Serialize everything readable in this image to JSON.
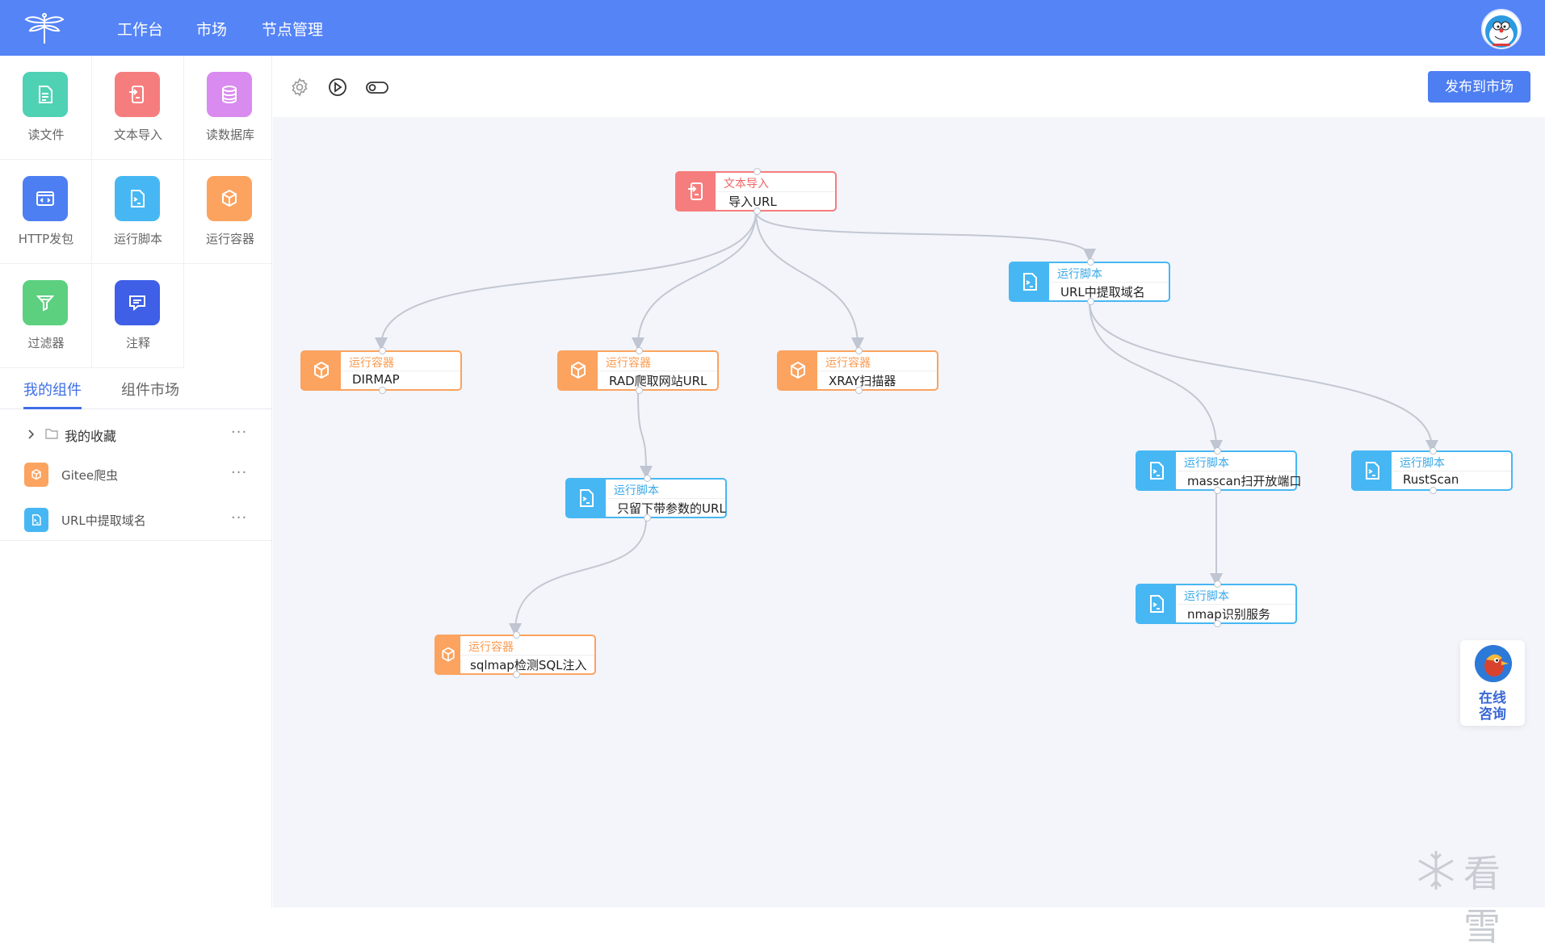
{
  "header": {
    "nav": [
      "工作台",
      "市场",
      "节点管理"
    ]
  },
  "palette": [
    {
      "label": "读文件",
      "icon": "document-icon",
      "color": "#4fd1b4"
    },
    {
      "label": "文本导入",
      "icon": "text-import-icon",
      "color": "#f67d7d"
    },
    {
      "label": "读数据库",
      "icon": "database-icon",
      "color": "#d98bef"
    },
    {
      "label": "HTTP发包",
      "icon": "browser-code-icon",
      "color": "#4d7ef2"
    },
    {
      "label": "运行脚本",
      "icon": "script-icon",
      "color": "#47b7f3"
    },
    {
      "label": "运行容器",
      "icon": "container-cube-icon",
      "color": "#fba35f"
    },
    {
      "label": "过滤器",
      "icon": "filter-icon",
      "color": "#5cd07f"
    },
    {
      "label": "注释",
      "icon": "comment-icon",
      "color": "#3e5fe6"
    }
  ],
  "tabs": {
    "mine": "我的组件",
    "market": "组件市场"
  },
  "components": {
    "folder": "我的收藏",
    "items": [
      "Gitee爬虫",
      "URL中提取域名"
    ],
    "more": "···"
  },
  "toolbar": {
    "publish": "发布到市场"
  },
  "nodes": {
    "import": {
      "type": "文本导入",
      "name": "导入URL"
    },
    "extract": {
      "type": "运行脚本",
      "name": "URL中提取域名"
    },
    "dirmap": {
      "type": "运行容器",
      "name": "DIRMAP"
    },
    "rad": {
      "type": "运行容器",
      "name": "RAD爬取网站URL"
    },
    "xray": {
      "type": "运行容器",
      "name": "XRAY扫描器"
    },
    "keep": {
      "type": "运行脚本",
      "name": "只留下带参数的URL"
    },
    "sqlmap": {
      "type": "运行容器",
      "name": "sqlmap检测SQL注入"
    },
    "masscan": {
      "type": "运行脚本",
      "name": "masscan扫开放端口"
    },
    "rustscan": {
      "type": "运行脚本",
      "name": "RustScan"
    },
    "nmap": {
      "type": "运行脚本",
      "name": "nmap识别服务"
    }
  },
  "consult": {
    "line1": "在线",
    "line2": "咨询"
  },
  "watermark": "看雪"
}
